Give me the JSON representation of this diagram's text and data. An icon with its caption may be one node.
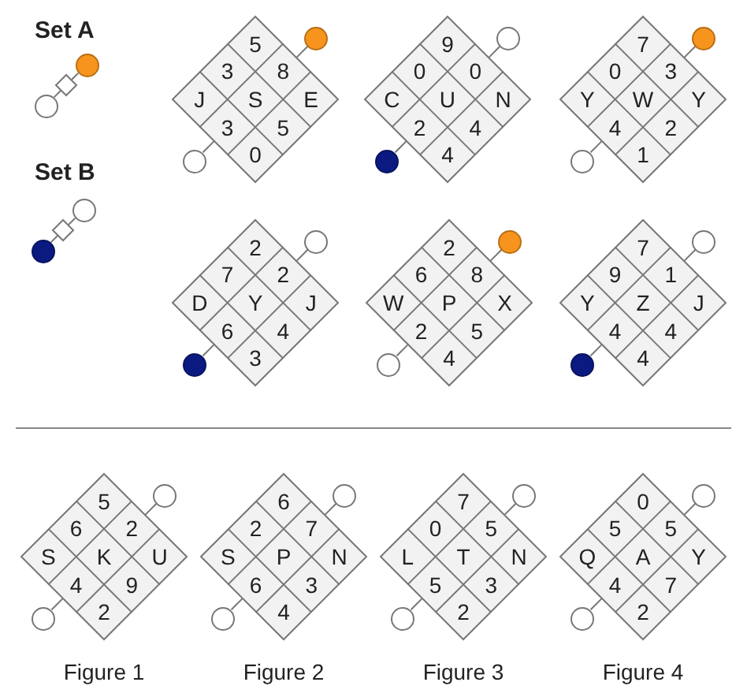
{
  "diagram": {
    "nodes": [
      {
        "text": [],
        "shape": "circle"
      },
      {
        "text": [],
        "shape": "diamond"
      },
      {
        "text": [],
        "shape": "circle"
      },
      {
        "text": [],
        "shape": "diamond"
      },
      {
        "text": [
          "5"
        ],
        "in": 3
      },
      {
        "text": [
          "3"
        ],
        "in": 3
      },
      {
        "text": [
          "8"
        ],
        "in": 3
      },
      {
        "text": [
          "J"
        ],
        "in": 3
      },
      {
        "text": [
          "S"
        ],
        "in": 3
      },
      {
        "text": [
          "E"
        ],
        "in": 3
      },
      {
        "text": [
          "3"
        ],
        "in": 3
      },
      {
        "text": [
          "5"
        ],
        "in": 3
      },
      {
        "text": [
          "0"
        ],
        "in": 3
      },
      {
        "text": [],
        "shape": "circle"
      },
      {
        "text": [],
        "shape": "circle"
      },
      {
        "text": [],
        "shape": "diamond"
      },
      {
        "text": [
          "9"
        ],
        "in": 15
      },
      {
        "text": [
          "0"
        ],
        "in": 15
      },
      {
        "text": [
          "0"
        ],
        "in": 15
      },
      {
        "text": [
          "C"
        ],
        "in": 15
      },
      {
        "text": [
          "U"
        ],
        "in": 15
      },
      {
        "text": [
          "N"
        ],
        "in": 15
      },
      {
        "text": [
          "2"
        ],
        "in": 15
      },
      {
        "text": [
          "4"
        ],
        "in": 15
      },
      {
        "text": [
          "4"
        ],
        "in": 15
      },
      {
        "text": [],
        "shape": "circle"
      },
      {
        "text": [],
        "shape": "circle"
      },
      {
        "text": [],
        "shape": "diamond"
      },
      {
        "text": [
          "7"
        ],
        "in": 27
      },
      {
        "text": [
          "0"
        ],
        "in": 27
      },
      {
        "text": [
          "3"
        ],
        "in": 27
      },
      {
        "text": [
          "Y"
        ],
        "in": 27
      },
      {
        "text": [
          "W"
        ],
        "in": 27
      },
      {
        "text": [
          "Y"
        ],
        "in": 27
      },
      {
        "text": [
          "4"
        ],
        "in": 27
      },
      {
        "text": [
          "2"
        ],
        "in": 27
      },
      {
        "text": [
          "1"
        ],
        "in": 27
      },
      {
        "text": [],
        "shape": "circle"
      },
      {
        "text": [],
        "shape": "circle"
      },
      {
        "text": [],
        "shape": "circle"
      },
      {
        "text": [],
        "shape": "diamond"
      },
      {
        "text": [],
        "shape": "circle"
      },
      {
        "text": [],
        "shape": "diamond"
      },
      {
        "text": [
          "2"
        ],
        "in": 42
      },
      {
        "text": [
          "7"
        ],
        "in": 42
      },
      {
        "text": [
          "2"
        ],
        "in": 42
      },
      {
        "text": [
          "D"
        ],
        "in": 42
      },
      {
        "text": [
          "Y"
        ],
        "in": 42
      },
      {
        "text": [
          "J"
        ],
        "in": 42
      },
      {
        "text": [
          "6"
        ],
        "in": 42
      },
      {
        "text": [
          "4"
        ],
        "in": 42
      },
      {
        "text": [
          "3"
        ],
        "in": 42
      },
      {
        "text": [],
        "shape": "circle"
      },
      {
        "text": [],
        "shape": "circle"
      },
      {
        "text": [],
        "shape": "diamond"
      },
      {
        "text": [
          "2"
        ],
        "in": 54
      },
      {
        "text": [
          "6"
        ],
        "in": 54
      },
      {
        "text": [
          "8"
        ],
        "in": 54
      },
      {
        "text": [
          "W"
        ],
        "in": 54
      },
      {
        "text": [
          "P"
        ],
        "in": 54
      },
      {
        "text": [
          "X"
        ],
        "in": 54
      },
      {
        "text": [
          "2"
        ],
        "in": 54
      },
      {
        "text": [
          "5"
        ],
        "in": 54
      },
      {
        "text": [
          "4"
        ],
        "in": 54
      },
      {
        "text": [],
        "shape": "circle"
      },
      {
        "text": [],
        "shape": "circle"
      },
      {
        "text": [],
        "shape": "diamond"
      },
      {
        "text": [
          "7"
        ],
        "in": 66
      },
      {
        "text": [
          "9"
        ],
        "in": 66
      },
      {
        "text": [
          "1"
        ],
        "in": 66
      },
      {
        "text": [
          "Y"
        ],
        "in": 66
      },
      {
        "text": [
          "Z"
        ],
        "in": 66
      },
      {
        "text": [
          "J"
        ],
        "in": 66
      },
      {
        "text": [
          "4"
        ],
        "in": 66
      },
      {
        "text": [
          "4"
        ],
        "in": 66
      },
      {
        "text": [
          "4"
        ],
        "in": 66
      },
      {
        "text": [],
        "shape": "circle"
      },
      {
        "text": [],
        "shape": "circle"
      },
      {
        "text": [],
        "shape": "diamond",
        "beside": [
          "Figure 1"
        ]
      },
      {
        "text": [
          "5"
        ],
        "in": 78
      },
      {
        "text": [
          "6"
        ],
        "in": 78
      },
      {
        "text": [
          "2"
        ],
        "in": 78
      },
      {
        "text": [
          "S"
        ],
        "in": 78
      },
      {
        "text": [
          "K"
        ],
        "in": 78
      },
      {
        "text": [
          "U"
        ],
        "in": 78
      },
      {
        "text": [
          "4"
        ],
        "in": 78
      },
      {
        "text": [
          "9"
        ],
        "in": 78
      },
      {
        "text": [
          "2"
        ],
        "in": 78
      },
      {
        "text": [],
        "shape": "circle"
      },
      {
        "text": [],
        "shape": "circle"
      },
      {
        "text": [],
        "shape": "diamond",
        "beside": [
          "Figure 2"
        ]
      },
      {
        "text": [
          "6"
        ],
        "in": 90
      },
      {
        "text": [
          "2"
        ],
        "in": 90
      },
      {
        "text": [
          "7"
        ],
        "in": 90
      },
      {
        "text": [
          "S"
        ],
        "in": 90
      },
      {
        "text": [
          "P"
        ],
        "in": 90
      },
      {
        "text": [
          "N"
        ],
        "in": 90
      },
      {
        "text": [
          "6"
        ],
        "in": 90
      },
      {
        "text": [
          "3"
        ],
        "in": 90
      },
      {
        "text": [
          "4"
        ],
        "in": 90
      },
      {
        "text": [],
        "shape": "circle"
      },
      {
        "text": [],
        "shape": "circle"
      },
      {
        "text": [],
        "shape": "diamond",
        "beside": [
          "Figure 3"
        ]
      },
      {
        "text": [
          "7"
        ],
        "in": 102
      },
      {
        "text": [
          "0"
        ],
        "in": 102
      },
      {
        "text": [
          "5"
        ],
        "in": 102
      },
      {
        "text": [
          "L"
        ],
        "in": 102
      },
      {
        "text": [
          "T"
        ],
        "in": 102
      },
      {
        "text": [
          "N"
        ],
        "in": 102
      },
      {
        "text": [
          "5"
        ],
        "in": 102
      },
      {
        "text": [
          "3"
        ],
        "in": 102
      },
      {
        "text": [
          "2"
        ],
        "in": 102
      },
      {
        "text": [],
        "shape": "circle"
      },
      {
        "text": [],
        "shape": "circle"
      },
      {
        "text": [],
        "shape": "diamond",
        "beside": [
          "Figure 4"
        ]
      },
      {
        "text": [
          "0"
        ],
        "in": 114
      },
      {
        "text": [
          "5"
        ],
        "in": 114
      },
      {
        "text": [
          "5"
        ],
        "in": 114
      },
      {
        "text": [
          "Q"
        ],
        "in": 114
      },
      {
        "text": [
          "A"
        ],
        "in": 114
      },
      {
        "text": [
          "Y"
        ],
        "in": 114
      },
      {
        "text": [
          "4"
        ],
        "in": 114
      },
      {
        "text": [
          "7"
        ],
        "in": 114
      },
      {
        "text": [
          "2"
        ],
        "in": 114
      },
      {
        "text": [],
        "shape": "circle"
      },
      {
        "text": [],
        "shape": "circle"
      }
    ],
    "edges": [
      {
        "from": 0,
        "to": 1,
        "arrow": "none"
      },
      {
        "from": 1,
        "to": 2,
        "arrow": "none"
      },
      {
        "from": 13,
        "to": 3,
        "arrow": "none"
      },
      {
        "from": 14,
        "to": 3,
        "arrow": "none"
      },
      {
        "from": 25,
        "to": 15,
        "arrow": "none"
      },
      {
        "from": 26,
        "to": 15,
        "arrow": "none"
      },
      {
        "from": 37,
        "to": 27,
        "arrow": "none"
      },
      {
        "from": 38,
        "to": 27,
        "arrow": "none"
      },
      {
        "from": 39,
        "to": 40,
        "arrow": "none"
      },
      {
        "from": 40,
        "to": 41,
        "arrow": "none"
      },
      {
        "from": 52,
        "to": 42,
        "arrow": "none"
      },
      {
        "from": 53,
        "to": 42,
        "arrow": "none"
      },
      {
        "from": 64,
        "to": 54,
        "arrow": "none"
      },
      {
        "from": 65,
        "to": 54,
        "arrow": "none"
      },
      {
        "from": 76,
        "to": 66,
        "arrow": "none"
      },
      {
        "from": 77,
        "to": 66,
        "arrow": "none"
      },
      {
        "from": 88,
        "to": 78,
        "arrow": "none"
      },
      {
        "from": 89,
        "to": 78,
        "arrow": "none"
      },
      {
        "from": 100,
        "to": 90,
        "arrow": "none"
      },
      {
        "from": 101,
        "to": 90,
        "arrow": "none"
      },
      {
        "from": 112,
        "to": 102,
        "arrow": "none"
      },
      {
        "from": 113,
        "to": 102,
        "arrow": "none"
      },
      {
        "from": 124,
        "to": 114,
        "arrow": "none"
      },
      {
        "from": 125,
        "to": 114,
        "arrow": "none"
      }
    ],
    "labels": [
      "Set A",
      "Set B"
    ]
  }
}
